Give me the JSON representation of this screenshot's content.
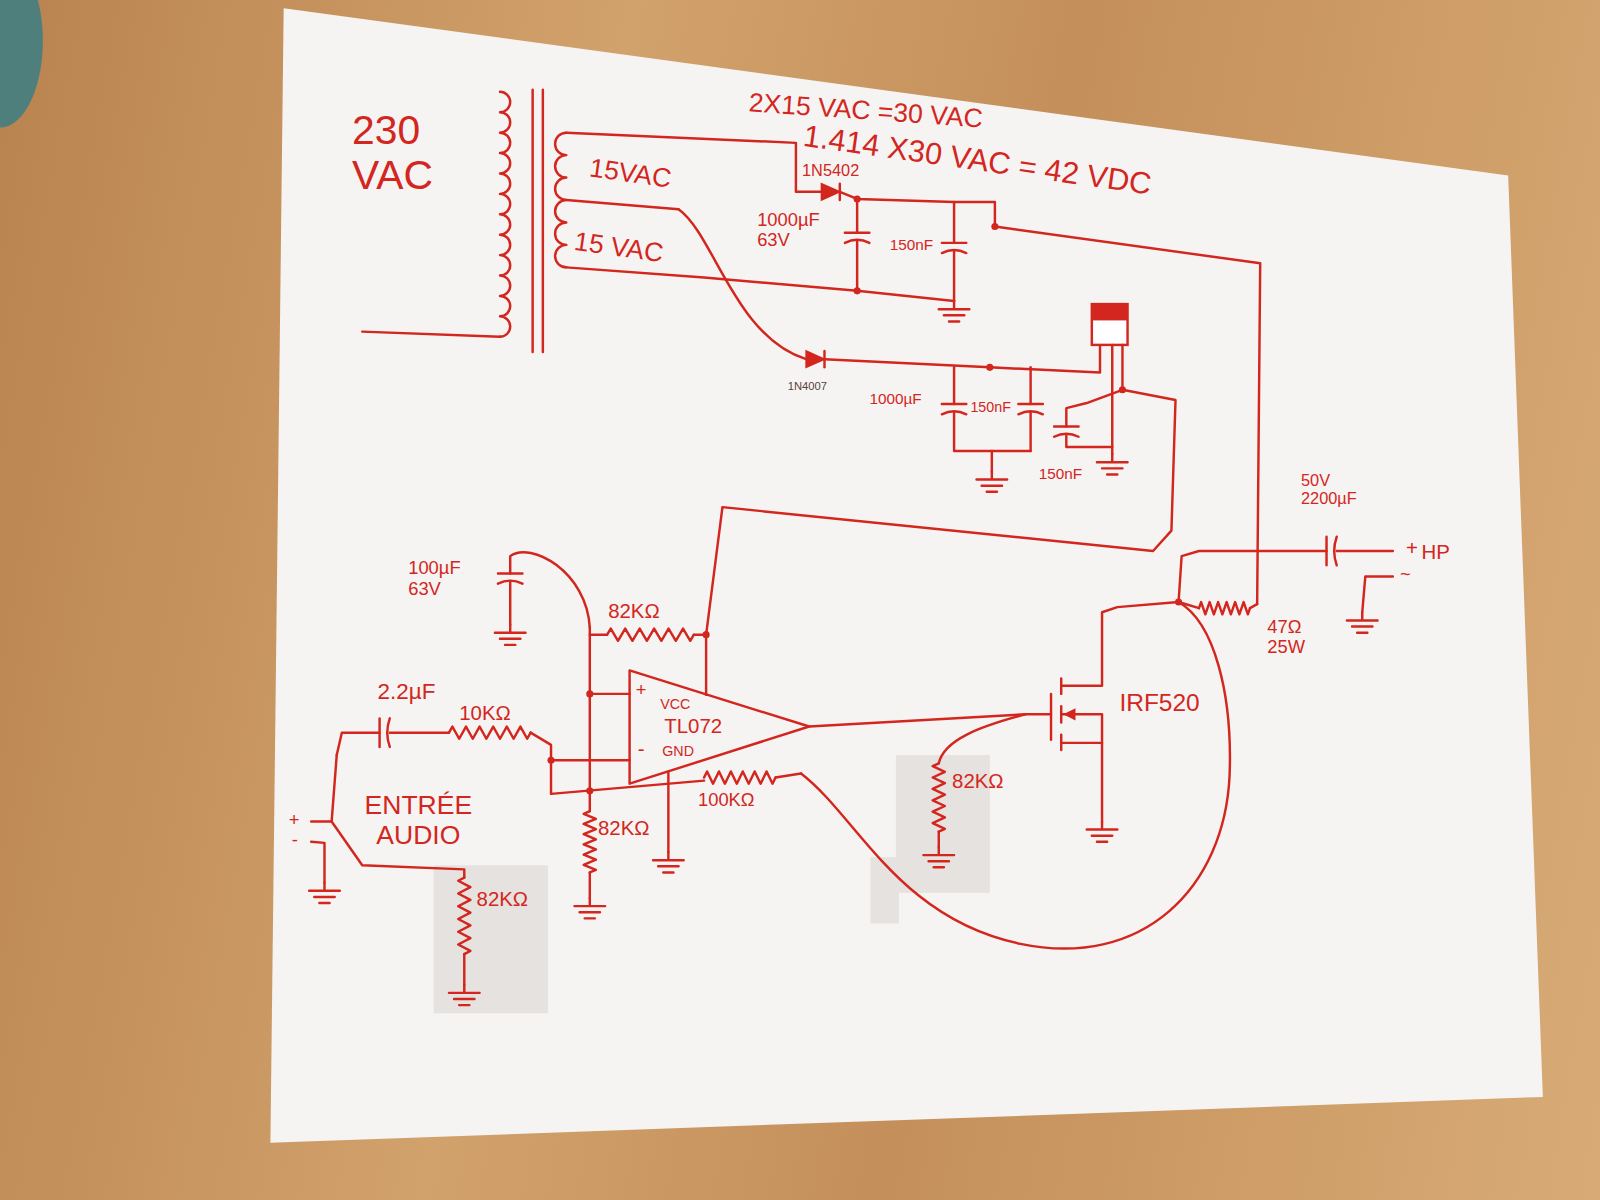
{
  "diagram": {
    "nodes": [
      {
        "text": [
          "+",
          "VCC",
          "TL072",
          "-",
          "GND"
        ]
      }
    ],
    "labels": [
      "230 VAC",
      "2X15 VAC =30 VAC",
      "1.414 X30 VAC = 42 VDC",
      "15VAC",
      "15 VAC",
      "1N5402",
      "1000µF 63V",
      "150nF",
      "1N4007",
      "1000µF",
      "150nF",
      "150nF",
      "50V 2200µF",
      "+",
      "HP",
      "~",
      "100µF 63V",
      "82KΩ",
      "2.2µF",
      "10KΩ",
      "82KΩ",
      "100KΩ",
      "ENTRÉE AUDIO",
      "+",
      "-",
      "82KΩ",
      "82KΩ",
      "IRF520",
      "47Ω 25W"
    ]
  }
}
